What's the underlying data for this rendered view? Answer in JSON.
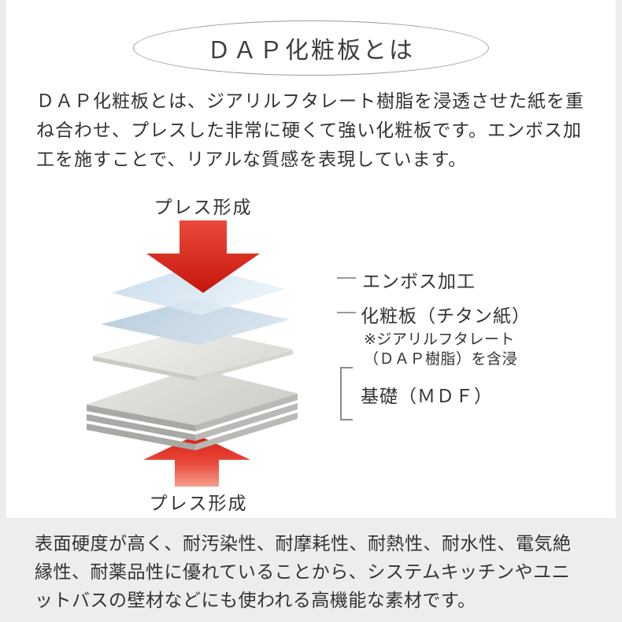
{
  "title": "ＤＡＰ化粧板とは",
  "intro": "ＤＡＰ化粧板とは、ジアリルフタレート樹脂を浸透させた紙を重ね合わせ、プレスした非常に硬くて強い化粧板です。エンボス加工を施すことで、リアルな質感を表現しています。",
  "diagram": {
    "press_top": "プレス形成",
    "press_bottom": "プレス形成",
    "label_emboss": "エンボス加工",
    "label_sheet": "化粧板（チタン紙）",
    "note_line1": "※ジアリルフタレート",
    "note_line2": "（ＤＡＰ樹脂）を含浸",
    "label_base": "基礎（ＭＤＦ）",
    "colors": {
      "arrow_red": "#d8251a",
      "sheet_blue_top": "#cfe0ef",
      "sheet_blue": "#bccfdd",
      "board_white": "#ecece8",
      "mdf_gray": "#b3b3b0"
    }
  },
  "footer": "表面硬度が高く、耐汚染性、耐摩耗性、耐熱性、耐水性、電気絶縁性、耐薬品性に優れていることから、システムキッチンやユニットバスの壁材などにも使われる高機能な素材です。"
}
